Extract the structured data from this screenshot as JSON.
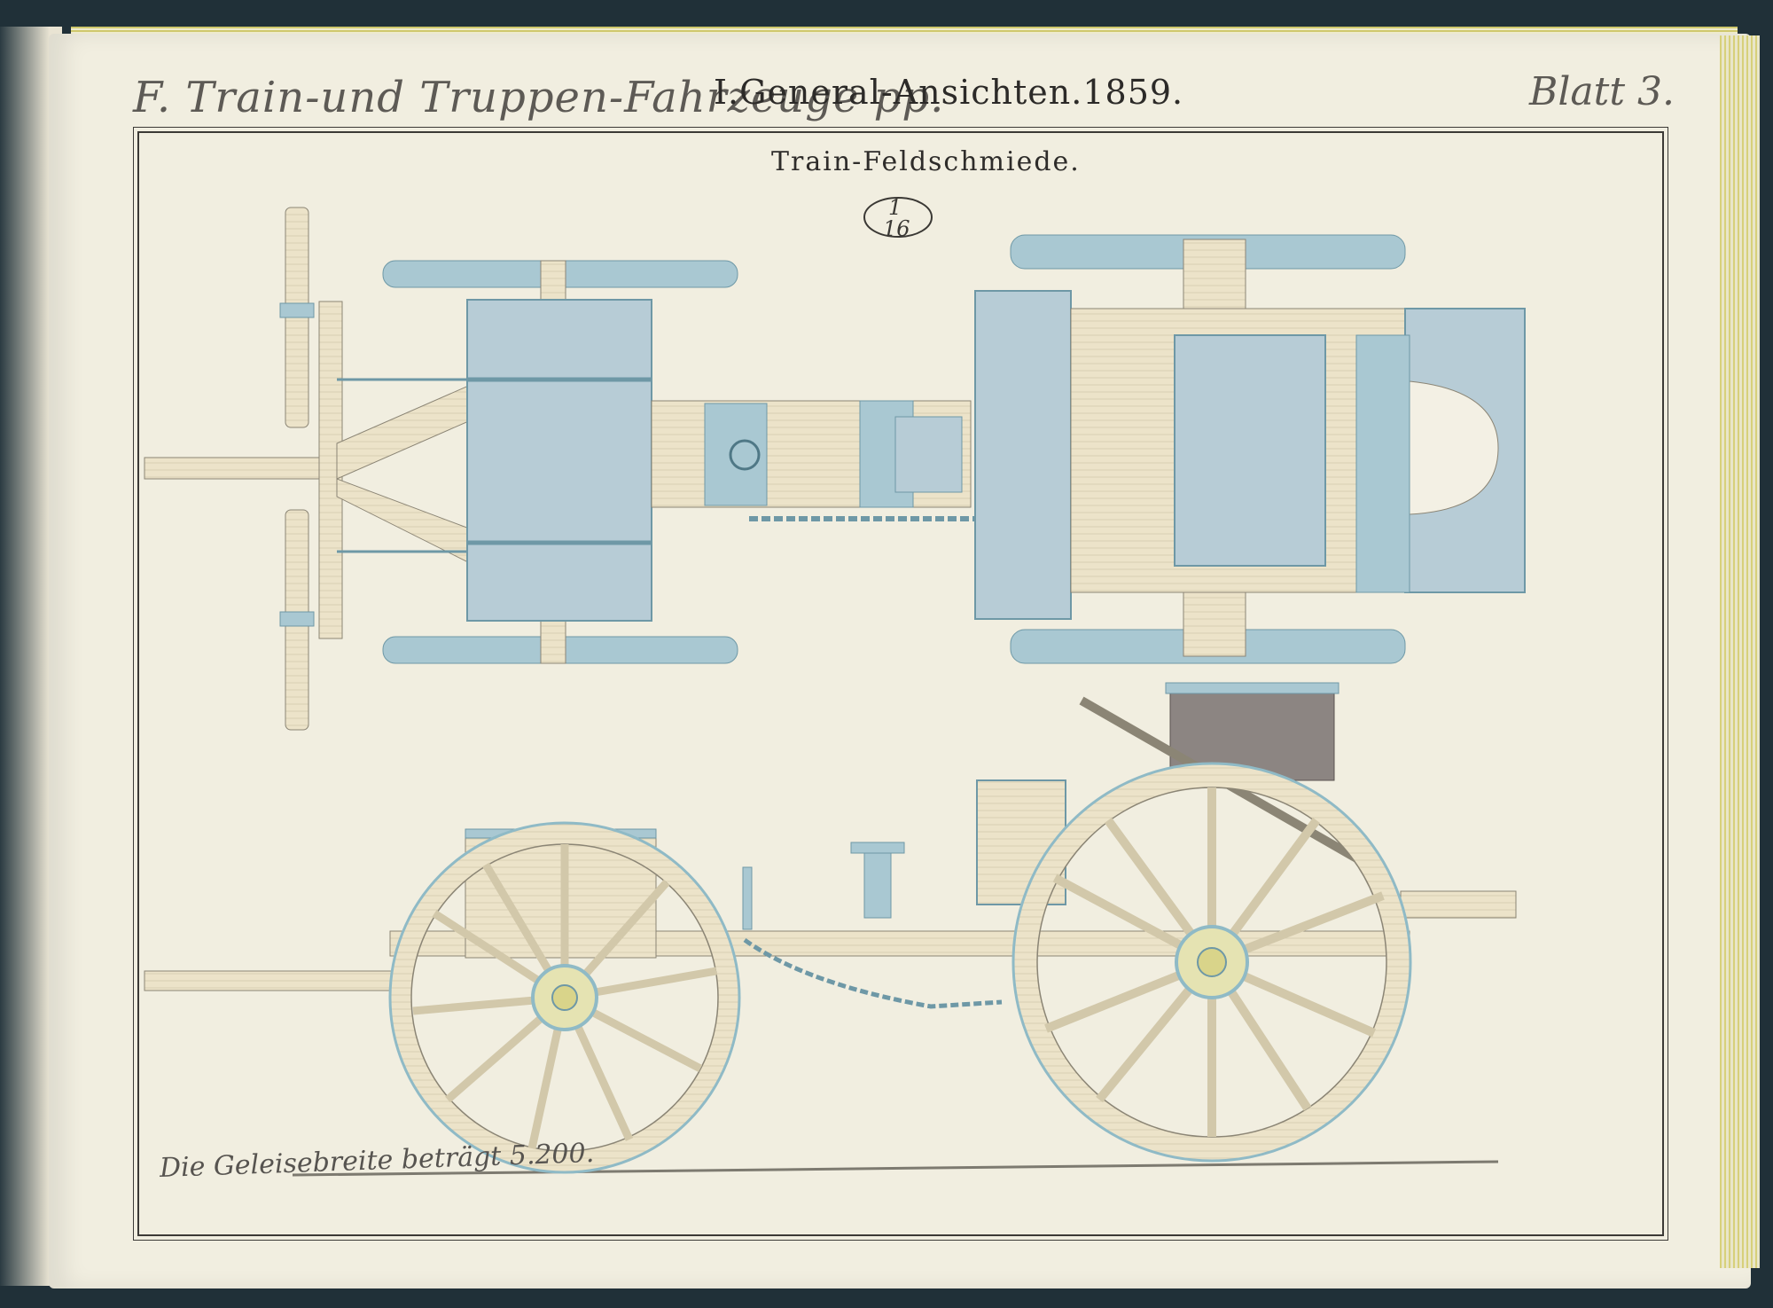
{
  "header": {
    "series": "F. Train-und Truppen-Fahrzeuge pp.",
    "section": "I.General-Ansichten.1859.",
    "plate": "Blatt 3."
  },
  "plate": {
    "title": "Train-Feldschmiede.",
    "scale_numerator": "1",
    "scale_denominator": "16",
    "footnote": "Die Geleisebreite beträgt 5.200."
  },
  "colors": {
    "paper": "#f1eee0",
    "wood": "#ece3c9",
    "iron": "#a9c8d2",
    "iron_dark": "#6e98a6",
    "brass": "#d9d48a",
    "bellows": "#8c8582",
    "ink": "#3c3a36"
  },
  "views": {
    "top": "plan-view",
    "side": "side-elevation"
  }
}
